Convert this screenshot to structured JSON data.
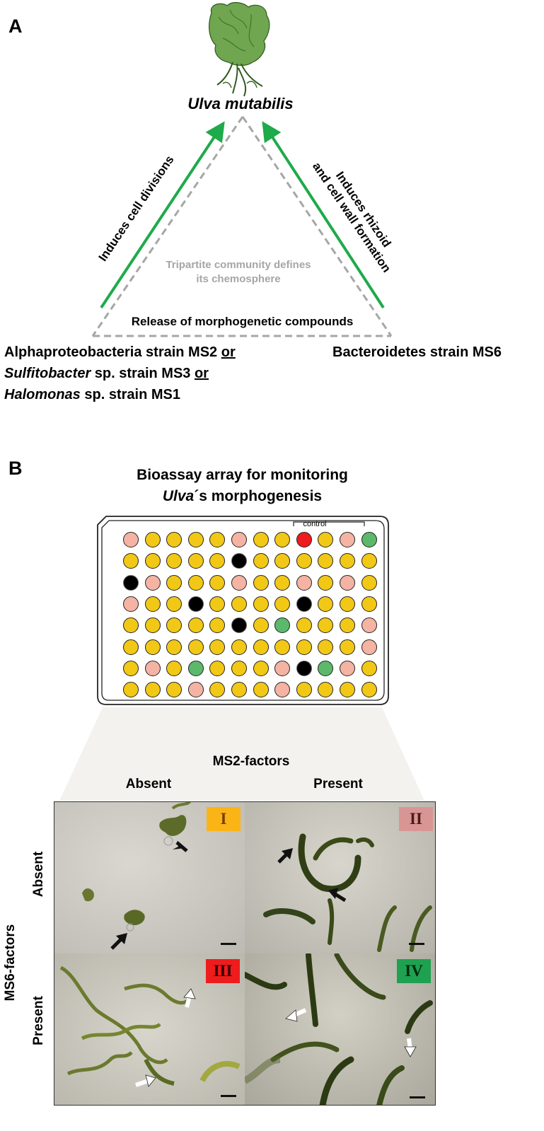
{
  "panel_a": {
    "letter": "A",
    "organism": "Ulva mutabilis",
    "left_edge_label": "Induces cell divisions",
    "right_edge_label_line1": "Induces rhizoid",
    "right_edge_label_line2": "and cell wall formation",
    "center_line1": "Tripartite community defines",
    "center_line2": "its chemosphere",
    "base_label": "Release of morphogenetic compounds",
    "left_strains": [
      {
        "name": "Alphaproteobacteria",
        "rest": " strain MS2 ",
        "conj": "or"
      },
      {
        "name": "Sulfitobacter",
        "rest": " sp. strain MS3 ",
        "conj": "or"
      },
      {
        "name": "Halomonas",
        "rest": " sp. strain MS1",
        "conj": ""
      }
    ],
    "right_strain": "Bacteroidetes strain MS6",
    "colors": {
      "arrow": "#1faa4b",
      "dashed": "#a6a6a6"
    }
  },
  "panel_b": {
    "letter": "B",
    "title_line1": "Bioassay array for monitoring",
    "title_line2_italic": "Ulva",
    "title_line2_rest": "´s morphogenesis",
    "control_label": "control",
    "plate_rows": [
      "PYYYYPYYRYPG",
      "YYYYYKYYYYYY",
      "KPYYYPYYPYPY",
      "PYYKYYYYKYYY",
      "YYYYYKYGYYYP",
      "YYYYYYYYYYYP",
      "YPYGYYYPKGPY",
      "YYYPYYYPYYYY"
    ],
    "well_colors": {
      "Y": "#f2c816",
      "P": "#f4b3a3",
      "K": "#000000",
      "R": "#ee1c1c",
      "G": "#5cb86a"
    },
    "ms2_header": "MS2-factors",
    "ms2_absent": "Absent",
    "ms2_present": "Present",
    "ms6_header": "MS6-factors",
    "ms6_absent": "Absent",
    "ms6_present": "Present",
    "micrographs": [
      {
        "label": "I",
        "color": "#fbb416",
        "text_color": "#7a3b00"
      },
      {
        "label": "II",
        "color": "#d99594",
        "text_color": "#4a1a1a"
      },
      {
        "label": "III",
        "color": "#ee1c1c",
        "text_color": "#3a0000"
      },
      {
        "label": "IV",
        "color": "#1ea150",
        "text_color": "#002a10"
      }
    ]
  }
}
